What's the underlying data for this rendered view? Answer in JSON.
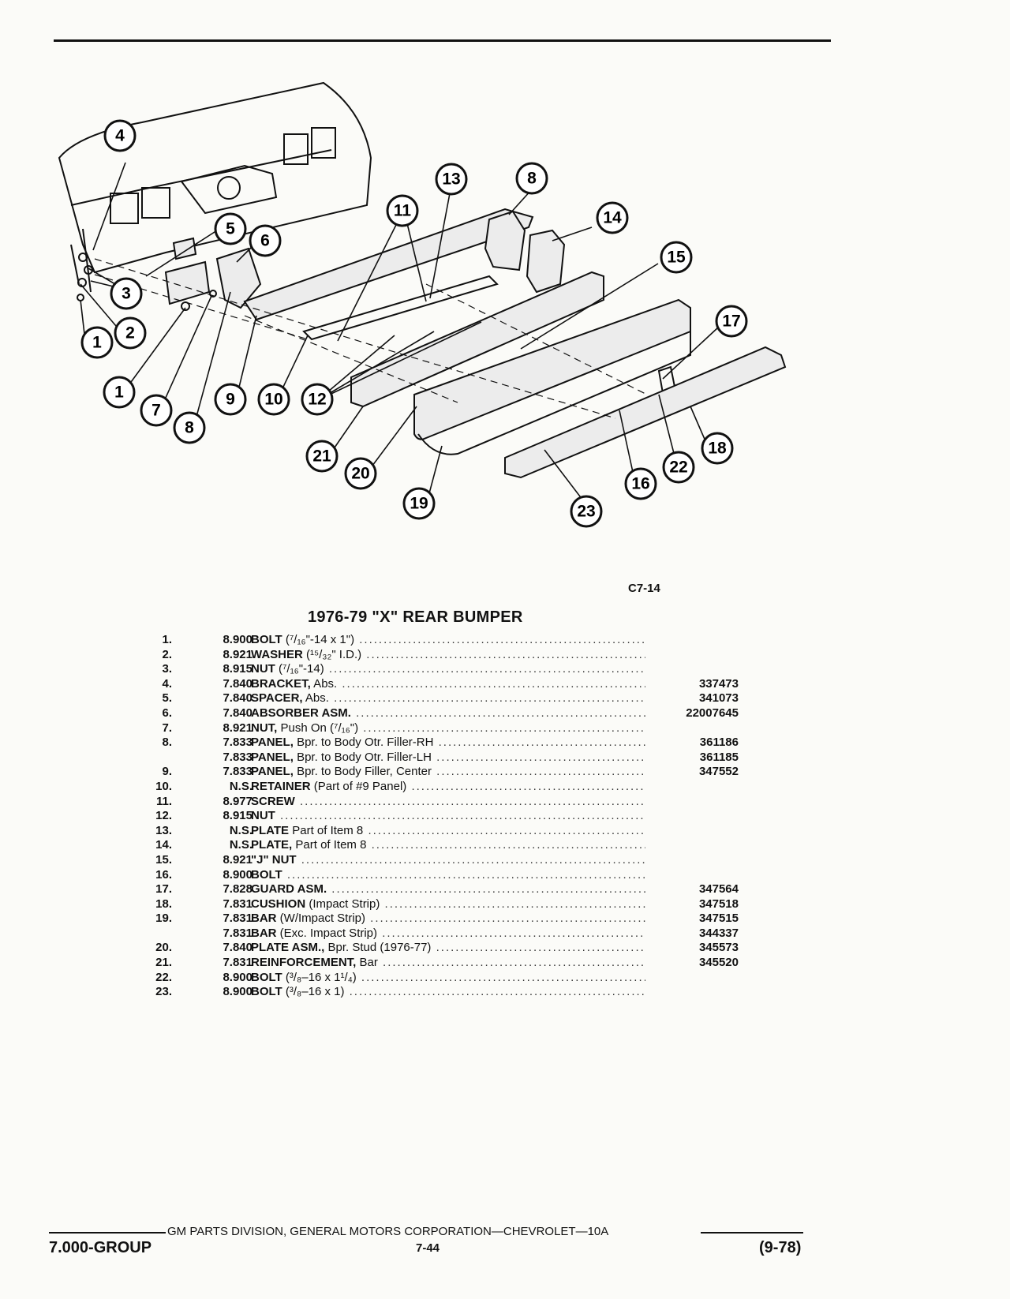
{
  "figure_code": "C7-14",
  "title": "1976-79 \"X\" REAR BUMPER",
  "callouts": [
    "1",
    "2",
    "3",
    "4",
    "5",
    "6",
    "7",
    "8",
    "9",
    "10",
    "11",
    "12",
    "13",
    "14",
    "15",
    "16",
    "17",
    "18",
    "19",
    "20",
    "21",
    "22",
    "23"
  ],
  "parts": [
    {
      "num": "1.",
      "grp": "8.900",
      "name": "BOLT",
      "spec": " (⁷/₁₆\"-14 x 1\")",
      "pn": ""
    },
    {
      "num": "2.",
      "grp": "8.921",
      "name": "WASHER",
      "spec": " (¹⁵/₃₂\" I.D.)",
      "pn": ""
    },
    {
      "num": "3.",
      "grp": "8.915",
      "name": "NUT",
      "spec": " (⁷/₁₆\"-14)",
      "pn": ""
    },
    {
      "num": "4.",
      "grp": "7.840",
      "name": "BRACKET,",
      "spec": " Abs.",
      "pn": "337473"
    },
    {
      "num": "5.",
      "grp": "7.840",
      "name": "SPACER,",
      "spec": " Abs.",
      "pn": "341073"
    },
    {
      "num": "6.",
      "grp": "7.840",
      "name": "ABSORBER ASM.",
      "spec": "",
      "pn": "22007645"
    },
    {
      "num": "7.",
      "grp": "8.921",
      "name": "NUT,",
      "spec": " Push On (⁷/₁₆\")",
      "pn": ""
    },
    {
      "num": "8.",
      "grp": "7.833",
      "name": "PANEL,",
      "spec": " Bpr. to Body Otr. Filler-RH",
      "pn": "361186"
    },
    {
      "num": "",
      "grp": "7.833",
      "name": "PANEL,",
      "spec": " Bpr. to Body Otr. Filler-LH",
      "pn": "361185"
    },
    {
      "num": "9.",
      "grp": "7.833",
      "name": "PANEL,",
      "spec": " Bpr. to Body Filler, Center",
      "pn": "347552"
    },
    {
      "num": "10.",
      "grp": "N.S.",
      "name": "RETAINER",
      "spec": " (Part of #9 Panel)",
      "pn": ""
    },
    {
      "num": "11.",
      "grp": "8.977",
      "name": "SCREW",
      "spec": "",
      "pn": ""
    },
    {
      "num": "12.",
      "grp": "8.915",
      "name": "NUT",
      "spec": "",
      "pn": ""
    },
    {
      "num": "13.",
      "grp": "N.S.",
      "name": "PLATE",
      "spec": " Part of Item 8",
      "pn": ""
    },
    {
      "num": "14.",
      "grp": "N.S.",
      "name": "PLATE,",
      "spec": " Part of Item 8",
      "pn": ""
    },
    {
      "num": "15.",
      "grp": "8.921",
      "name": "\"J\" NUT",
      "spec": "",
      "pn": ""
    },
    {
      "num": "16.",
      "grp": "8.900",
      "name": "BOLT",
      "spec": "",
      "pn": ""
    },
    {
      "num": "17.",
      "grp": "7.828",
      "name": "GUARD ASM.",
      "spec": "",
      "pn": "347564"
    },
    {
      "num": "18.",
      "grp": "7.831",
      "name": "CUSHION",
      "spec": " (Impact Strip)",
      "pn": "347518"
    },
    {
      "num": "19.",
      "grp": "7.831",
      "name": "BAR",
      "spec": " (W/Impact Strip)",
      "pn": "347515"
    },
    {
      "num": "",
      "grp": "7.831",
      "name": "BAR",
      "spec": " (Exc. Impact Strip)",
      "pn": "344337"
    },
    {
      "num": "20.",
      "grp": "7.840",
      "name": "PLATE ASM.,",
      "spec": " Bpr. Stud (1976-77)",
      "pn": "345573"
    },
    {
      "num": "21.",
      "grp": "7.831",
      "name": "REINFORCEMENT,",
      "spec": " Bar",
      "pn": "345520"
    },
    {
      "num": "22.",
      "grp": "8.900",
      "name": "BOLT",
      "spec": " (³/₈–16 x 1¹/₄)",
      "pn": ""
    },
    {
      "num": "23.",
      "grp": "8.900",
      "name": "BOLT",
      "spec": " (³/₈–16 x 1)",
      "pn": ""
    }
  ],
  "footer": {
    "line": "GM PARTS DIVISION, GENERAL MOTORS CORPORATION—CHEVROLET—10A",
    "group": "7.000-GROUP",
    "page": "7-44",
    "date": "(9-78)"
  }
}
